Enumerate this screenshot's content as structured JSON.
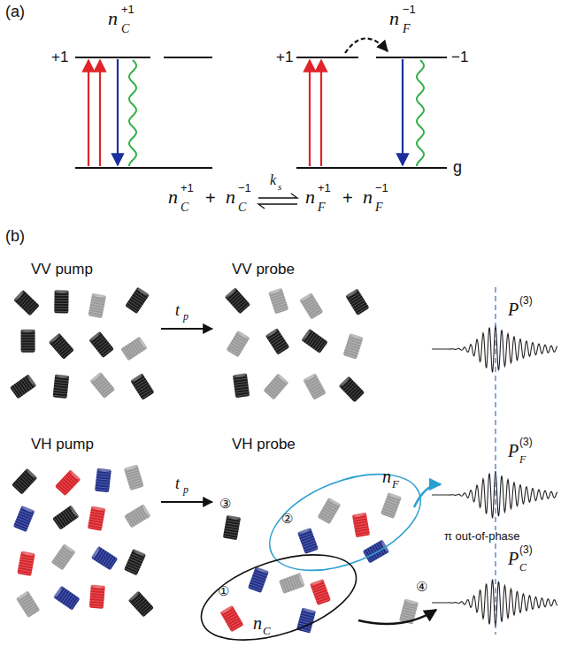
{
  "diagram": {
    "nodes": [
      {
        "text": [
          "②",
          "n",
          "F"
        ]
      },
      {
        "text": [
          "①",
          "n",
          "C"
        ]
      }
    ],
    "labels": [
      "(a)",
      "n",
      "C",
      "+1",
      "+1",
      "n",
      "F",
      "−1",
      "+1",
      "−1",
      "g",
      "n",
      "C",
      "+1",
      "+",
      "n",
      "C",
      "−1",
      "k",
      "s",
      "n",
      "F",
      "+1",
      "+",
      "n",
      "F",
      "−1",
      "(b)",
      "VV pump",
      "VV probe",
      "t",
      "p",
      "P",
      "(3)",
      "VH pump",
      "VH probe",
      "t",
      "p",
      "③",
      "④",
      "P",
      "F",
      "(3)",
      "π out-of-phase",
      "P",
      "C",
      "(3)"
    ]
  }
}
